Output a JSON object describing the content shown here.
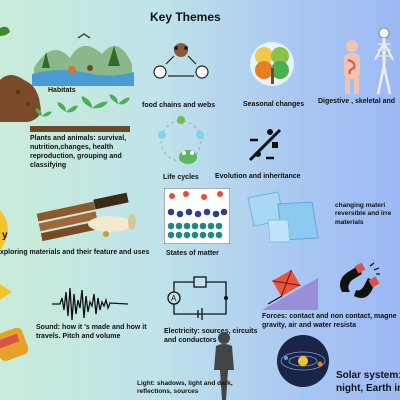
{
  "title": "Key Themes",
  "topics": {
    "habitats": "Habitats",
    "food_chains": "food chains and webs",
    "seasonal": "Seasonal changes",
    "digestive": "Digestive , skeletal and",
    "plants_animals": "Plants and animals: survival, nutrition,changes, health reproduction, grouping and classifying",
    "life_cycles": "Life cycles",
    "evolution": "Evolution and inheritance",
    "exploring_materials": "xploring materials and their feature and uses",
    "states_of_matter": "States of matter",
    "changing_materials": "changing materi reversible and irre materials",
    "sound": "Sound: how it 's made and how it travels.  Pitch and volume",
    "electricity": "Electricity: sources, circuits and conductors",
    "forces": "Forces: contact and non contact, magne gravity, air and water resista",
    "light": "Light: shadows, light and dark, reflections, sources",
    "solar_system": "Solar system: night, Earth in",
    "edge_letter": "y"
  },
  "colors": {
    "bg_left": "#c9ecd9",
    "bg_right": "#9cb9f5",
    "text": "#111111"
  }
}
